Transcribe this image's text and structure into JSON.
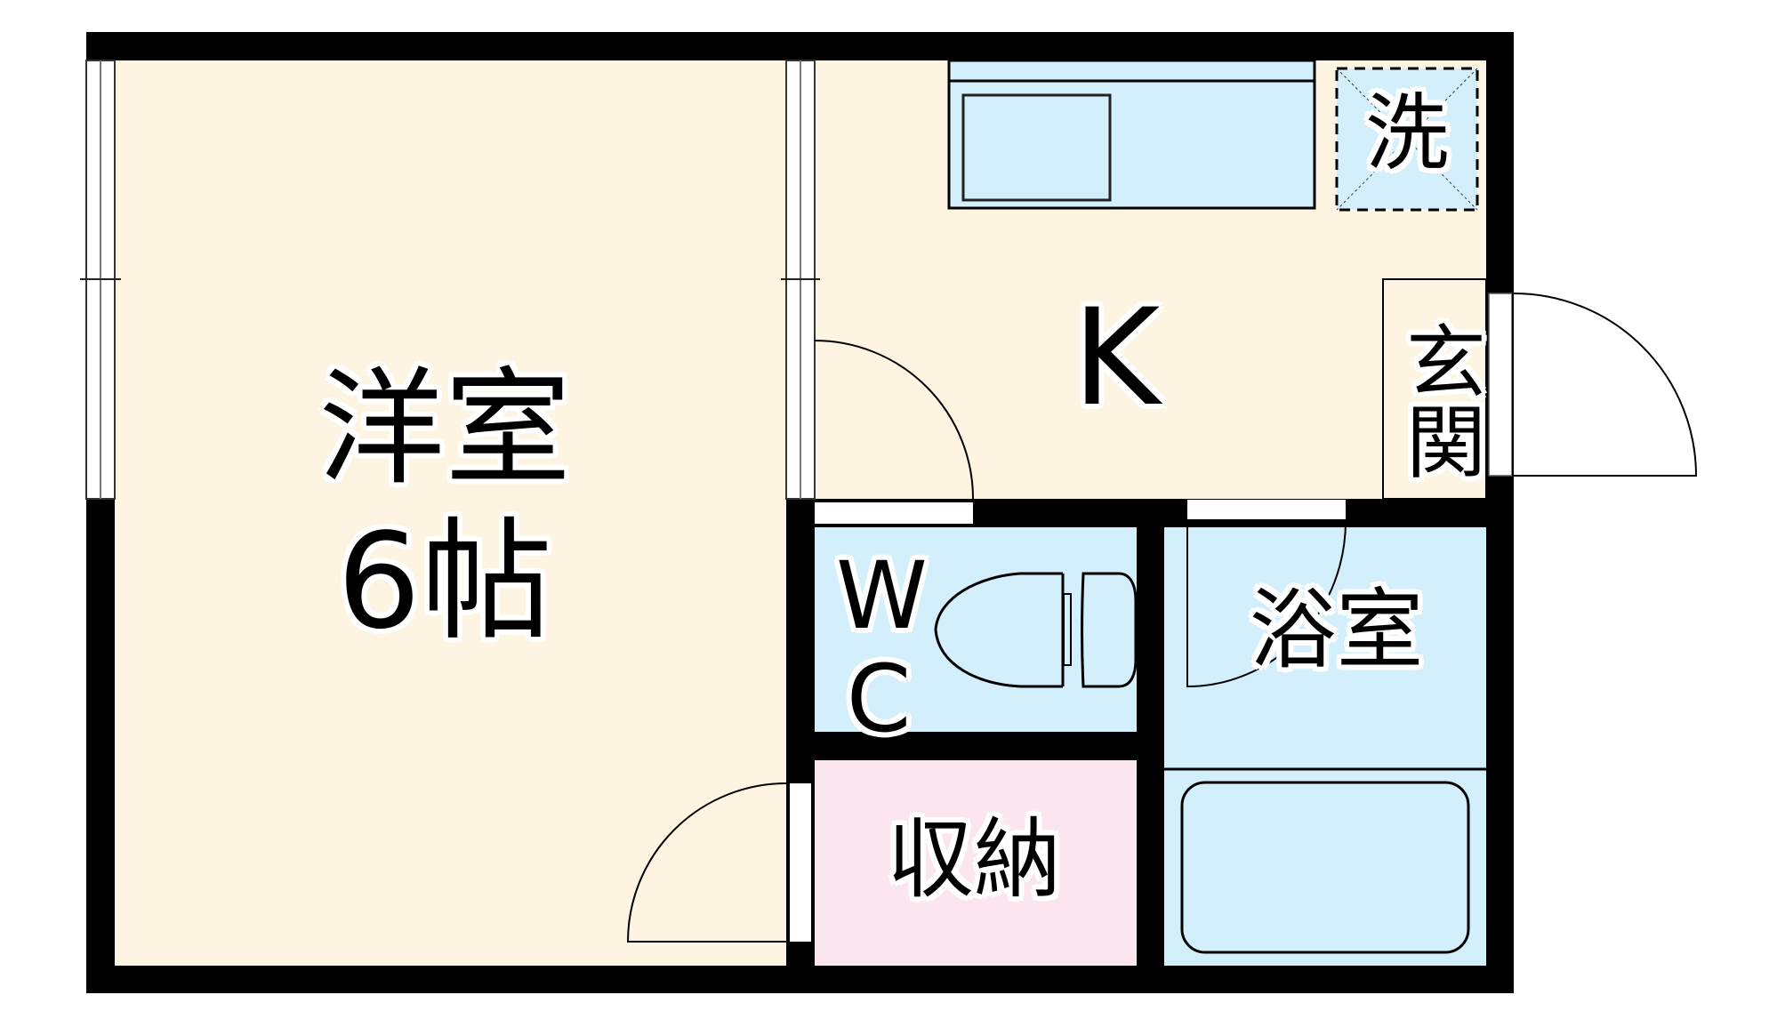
{
  "floor_plan": {
    "title": "1K floor plan",
    "colors": {
      "wall": "#000000",
      "western_room_floor": "#FDF5E2",
      "kitchen_floor": "#FDF5E2",
      "wet_area_floor": "#D2EFFB",
      "storage_floor": "#FBE6EF",
      "opening": "#FFFFFF"
    },
    "rooms": {
      "western_room": {
        "label": "洋室",
        "size_label": "6帖"
      },
      "kitchen": {
        "label": "K"
      },
      "washer": {
        "label": "洗"
      },
      "entrance": {
        "label": "玄関"
      },
      "toilet": {
        "label_line1": "W",
        "label_line2": "C"
      },
      "bathroom": {
        "label": "浴室"
      },
      "storage": {
        "label": "収納"
      }
    },
    "fixtures": [
      "kitchen-counter",
      "sink",
      "washer-space",
      "toilet",
      "bathtub"
    ],
    "doors": [
      "entrance-door",
      "kitchen-to-wc-door",
      "bathroom-door",
      "storage-door"
    ],
    "windows": [
      "western-room-window",
      "partition-sliding-door"
    ]
  }
}
